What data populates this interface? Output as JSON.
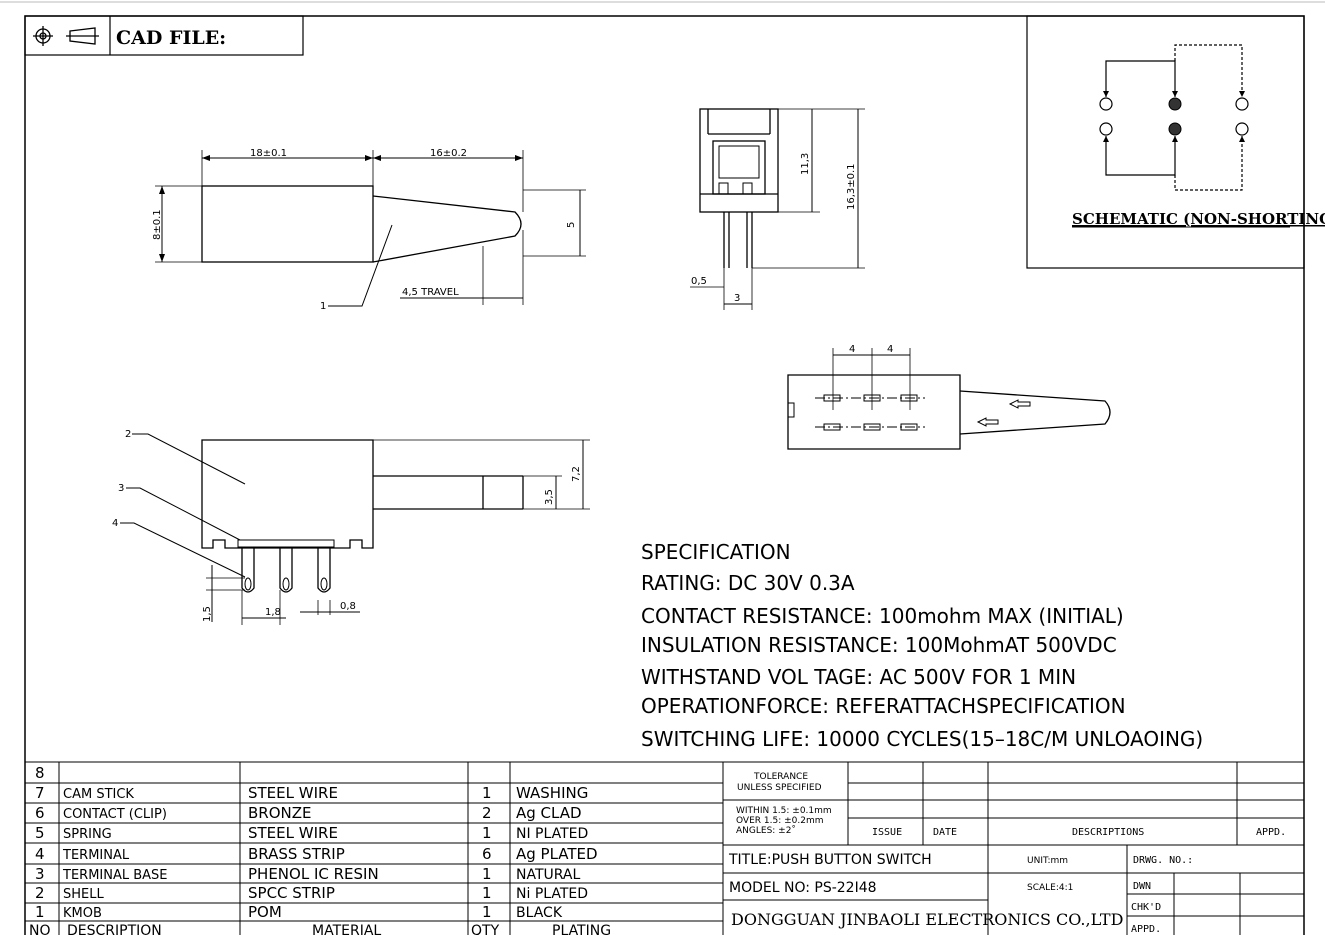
{
  "header": {
    "cad_label": "CAD FILE:"
  },
  "schematic": {
    "title": "SCHEMATIC (NON-SHORTING)"
  },
  "dims": {
    "d18": "18±0.1",
    "d16": "16±0.2",
    "d8": "8±0.1",
    "d5": "5",
    "travel": "4,5 TRAVEL",
    "callout1": "1",
    "d113": "11,3",
    "d163": "16,3±0.1",
    "d05": "0,5",
    "d3": "3",
    "d4a": "4",
    "d4b": "4",
    "callout2": "2",
    "callout3": "3",
    "callout4": "4",
    "d35": "3,5",
    "d72": "7,2",
    "d15": "1,5",
    "d18b": "1,8",
    "d08": "0,8"
  },
  "spec": {
    "lines": [
      "SPECIFICATION",
      "RATING: DC  30V  0.3A",
      "CONTACT RESISTANCE: 100mohm  MAX  (INITIAL)",
      "INSULATION  RESISTANCE: 100MohmAT  500VDC",
      "WITHSTAND  VOL  TAGE: AC  500V  FOR  1  MIN",
      "OPERATIONFORCE: REFERATTACHSPECIFICATION",
      "SWITCHING  LIFE: 10000  CYCLES(15–18C/M  UNLOAOING)"
    ]
  },
  "bom": {
    "rows": [
      {
        "no": "8",
        "desc": "",
        "material": "",
        "qty": "",
        "plating": ""
      },
      {
        "no": "7",
        "desc": "CAM STICK",
        "material": "STEEL WIRE",
        "qty": "1",
        "plating": "WASHING"
      },
      {
        "no": "6",
        "desc": "CONTACT (CLIP)",
        "material": "BRONZE",
        "qty": "2",
        "plating": "Ag CLAD"
      },
      {
        "no": "5",
        "desc": "SPRING",
        "material": "STEEL WIRE",
        "qty": "1",
        "plating": "NI PLATED"
      },
      {
        "no": "4",
        "desc": "TERMINAL",
        "material": "BRASS STRIP",
        "qty": "6",
        "plating": "Ag PLATED"
      },
      {
        "no": "3",
        "desc": "TERMINAL BASE",
        "material": "PHENOL IC RESIN",
        "qty": "1",
        "plating": "NATURAL"
      },
      {
        "no": "2",
        "desc": "SHELL",
        "material": "SPCC STRIP",
        "qty": "1",
        "plating": "Ni PLATED"
      },
      {
        "no": "1",
        "desc": "KMOB",
        "material": "POM",
        "qty": "1",
        "plating": "BLACK"
      }
    ],
    "header": {
      "no": "NO",
      "desc": "DESCRIPTION",
      "material": "MATERIAL",
      "qty": "QTY",
      "plating": "PLATING"
    }
  },
  "title_block": {
    "tolerance_1": "TOLERANCE",
    "tolerance_2": "UNLESS SPECIFIED",
    "within": "WITHIN 1.5: ±0.1mm",
    "over": "OVER 1.5:  ±0.2mm",
    "angles": "ANGLES: ±2˚",
    "issue": "ISSUE",
    "date": "DATE",
    "descriptions": "DESCRIPTIONS",
    "appd": "APPD.",
    "title": "TITLE:PUSH BUTTON SWITCH",
    "unit": "UNIT:mm",
    "drwg_no": "DRWG. NO.:",
    "model": "MODEL NO: PS-22I48",
    "scale": "SCALE:4:1",
    "dwn": "DWN",
    "chkd": "CHK'D",
    "appd2": "APPD.",
    "company": "DONGGUAN JINBAOLI ELECTRONICS CO.,LTD"
  }
}
